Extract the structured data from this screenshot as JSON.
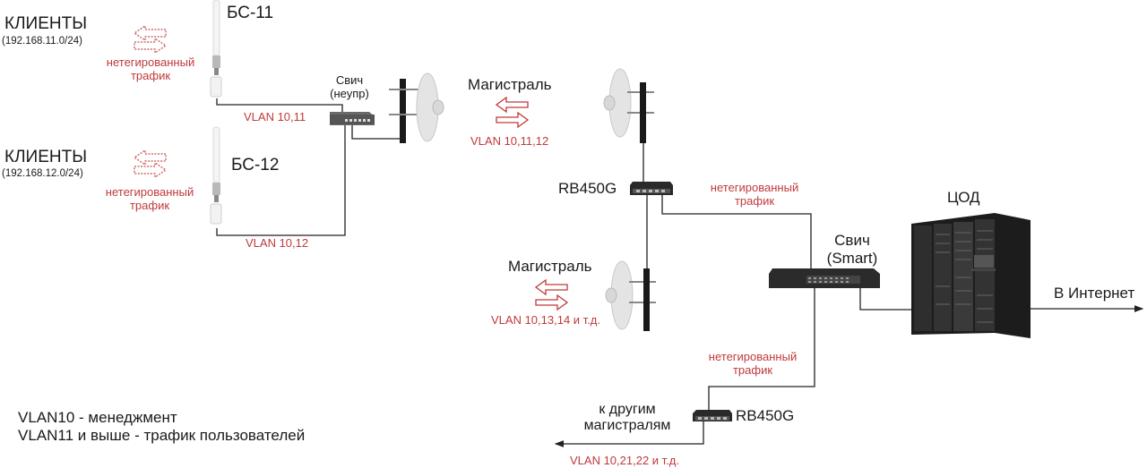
{
  "diagram": {
    "title_left_clients": [
      {
        "name": "КЛИЕНТЫ",
        "subnet": "(192.168.11.0/24)"
      },
      {
        "name": "КЛИЕНТЫ",
        "subnet": "(192.168.12.0/24)"
      }
    ],
    "base_stations": [
      {
        "label": "БС-11",
        "traffic": [
          "нетегированный",
          "трафик"
        ],
        "uplink_vlan": "VLAN 10,11"
      },
      {
        "label": "БС-12",
        "traffic": [
          "нетегированный",
          "трафик"
        ],
        "uplink_vlan": "VLAN 10,12"
      }
    ],
    "unmanaged_switch": {
      "label": [
        "Свич",
        "(неупр)"
      ]
    },
    "backbone_1": {
      "label": "Магистраль",
      "vlan": "VLAN 10,11,12"
    },
    "router_1": {
      "label": "RB450G",
      "traffic": [
        "нетегированный",
        "трафик"
      ]
    },
    "backbone_2": {
      "label": "Магистраль",
      "vlan": "VLAN 10,13,14 и т.д."
    },
    "smart_switch": {
      "label": [
        "Свич",
        "(Smart)"
      ]
    },
    "datacenter": {
      "label": "ЦОД"
    },
    "internet": {
      "label": "В Интернет"
    },
    "router_2": {
      "label": "RB450G",
      "traffic": [
        "нетегированный",
        "трафик"
      ],
      "other": [
        "к другим",
        "магистралям"
      ],
      "vlan": "VLAN 10,21,22 и т.д."
    },
    "legend": [
      "VLAN10 - менеджмент",
      "VLAN11 и выше - трафик пользователей"
    ]
  },
  "colors": {
    "accent_red": "#c0393b",
    "line": "#222222"
  }
}
